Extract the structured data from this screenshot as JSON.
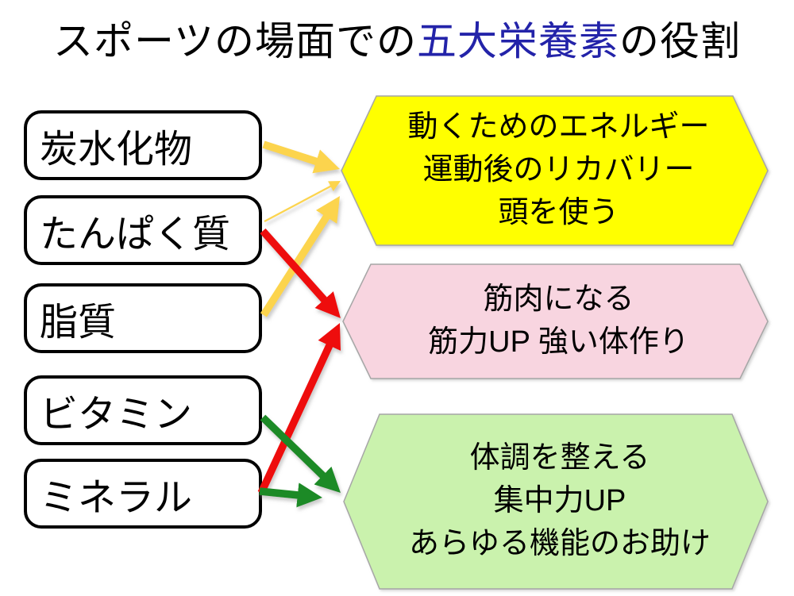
{
  "title": {
    "prefix": "スポーツの場面での",
    "highlight": "五大栄養素",
    "suffix": "の役割"
  },
  "colors": {
    "title_highlight": "#2323A9",
    "arrow_gold": "#FCD44E",
    "arrow_red": "#EE0E0E",
    "arrow_green": "#1F8A28",
    "hexagon_border": "#A6A6A6"
  },
  "nutrients": [
    {
      "id": "carbohydrate",
      "label": "炭水化物"
    },
    {
      "id": "protein",
      "label": "たんぱく質"
    },
    {
      "id": "fat",
      "label": "脂質"
    },
    {
      "id": "vitamin",
      "label": "ビタミン"
    },
    {
      "id": "mineral",
      "label": "ミネラル"
    }
  ],
  "roles": [
    {
      "id": "energy",
      "lines": [
        "動くためのエネルギー",
        "運動後のリカバリー",
        "頭を使う"
      ],
      "fill": "#FFFF00"
    },
    {
      "id": "muscle",
      "lines": [
        "筋肉になる",
        "筋力UP 強い体作り"
      ],
      "fill": "#F8D5E0"
    },
    {
      "id": "body",
      "lines": [
        "体調を整える",
        "集中力UP",
        "あらゆる機能のお助け"
      ],
      "fill": "#CAF2AD"
    }
  ],
  "connections": [
    {
      "from": "carbohydrate",
      "to": "energy",
      "color": "#FCD44E",
      "weight": "thick"
    },
    {
      "from": "protein",
      "to": "energy",
      "color": "#FCD44E",
      "weight": "thin"
    },
    {
      "from": "fat",
      "to": "energy",
      "color": "#FCD44E",
      "weight": "thick"
    },
    {
      "from": "protein",
      "to": "muscle",
      "color": "#EE0E0E",
      "weight": "thick"
    },
    {
      "from": "mineral",
      "to": "muscle",
      "color": "#EE0E0E",
      "weight": "thick"
    },
    {
      "from": "vitamin",
      "to": "body",
      "color": "#1F8A28",
      "weight": "thick"
    },
    {
      "from": "mineral",
      "to": "body",
      "color": "#1F8A28",
      "weight": "thick"
    }
  ]
}
